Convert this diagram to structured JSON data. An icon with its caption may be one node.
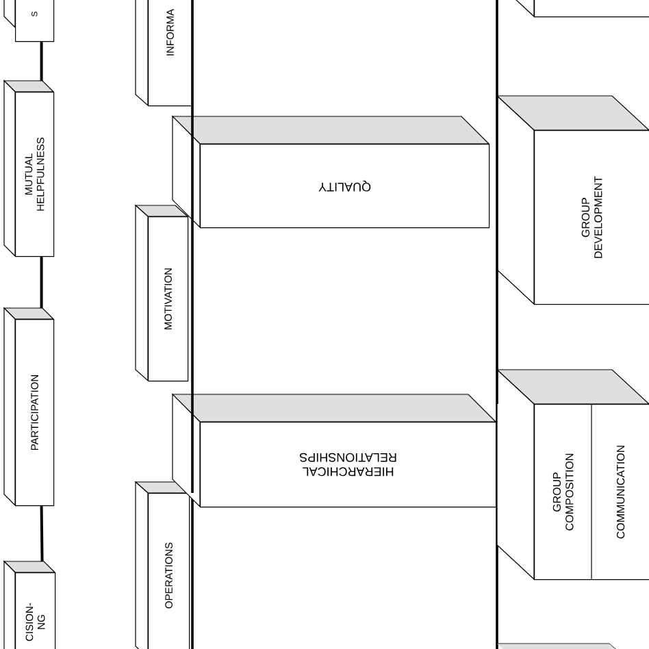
{
  "diagram": {
    "nodes": [
      {
        "text": [
          "S"
        ]
      },
      {
        "text": [
          "MUTUAL HELPFULNESS"
        ]
      },
      {
        "text": [
          "PARTICIPATION"
        ]
      },
      {
        "text": [
          "CISION- NG"
        ]
      },
      {
        "text": [
          "INFORMA"
        ]
      },
      {
        "text": [
          "MOTIVATION"
        ]
      },
      {
        "text": [
          "OPERATIONS"
        ]
      },
      {
        "text": [
          "QUALITY"
        ]
      },
      {
        "text": [
          "HIERARCHICAL RELATIONSHIPS"
        ]
      },
      {
        "text": [],
        "shape": "box"
      },
      {
        "text": [
          "GROUP DEVELOPMENT"
        ]
      },
      {
        "text": [
          "GROUP COMPOSITION",
          "COMMUNICATION"
        ]
      }
    ],
    "edges": [
      {
        "from": 0,
        "to": 1,
        "arrow": "none"
      },
      {
        "from": 1,
        "to": 2,
        "arrow": "none"
      },
      {
        "from": 2,
        "to": 3,
        "arrow": "none"
      },
      {
        "from": 4,
        "to": 5,
        "arrow": "none"
      },
      {
        "from": 5,
        "to": 6,
        "arrow": "none"
      },
      {
        "from": 9,
        "to": 10,
        "arrow": "none"
      },
      {
        "from": 10,
        "to": 11,
        "arrow": "none"
      }
    ]
  }
}
